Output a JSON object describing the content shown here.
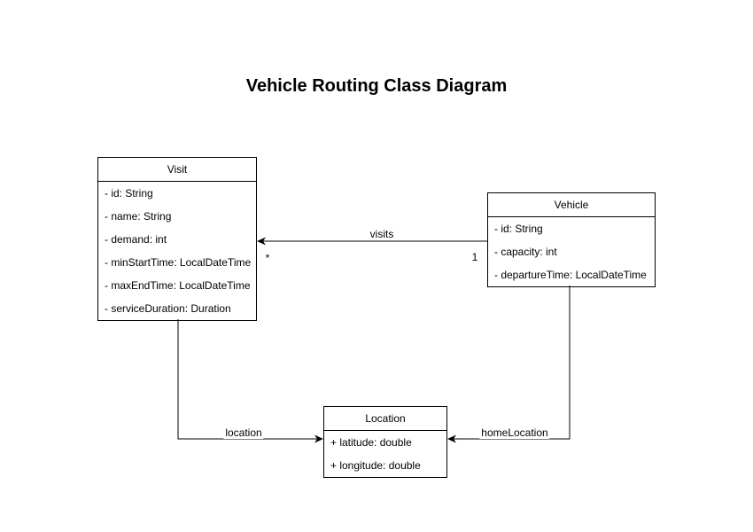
{
  "diagram": {
    "title": "Vehicle Routing Class Diagram",
    "type": "uml-class-diagram"
  },
  "classes": {
    "visit": {
      "name": "Visit",
      "attributes": [
        "- id: String",
        "- name: String",
        "- demand: int",
        "- minStartTime: LocalDateTime",
        "- maxEndTime: LocalDateTime",
        "- serviceDuration: Duration"
      ]
    },
    "vehicle": {
      "name": "Vehicle",
      "attributes": [
        "- id: String",
        "- capacity: int",
        "- departureTime: LocalDateTime"
      ]
    },
    "location": {
      "name": "Location",
      "attributes": [
        "+ latitude: double",
        "+ longitude: double"
      ]
    }
  },
  "relationships": {
    "visits": {
      "label": "visits",
      "source_class": "Vehicle",
      "target_class": "Visit",
      "source_multiplicity": "1",
      "target_multiplicity": "*"
    },
    "location": {
      "label": "location",
      "source_class": "Visit",
      "target_class": "Location"
    },
    "home_location": {
      "label": "homeLocation",
      "source_class": "Vehicle",
      "target_class": "Location"
    }
  },
  "colors": {
    "background": "#ffffff",
    "box_fill": "#ffffff",
    "box_border": "#000000",
    "line": "#000000",
    "text": "#000000"
  }
}
